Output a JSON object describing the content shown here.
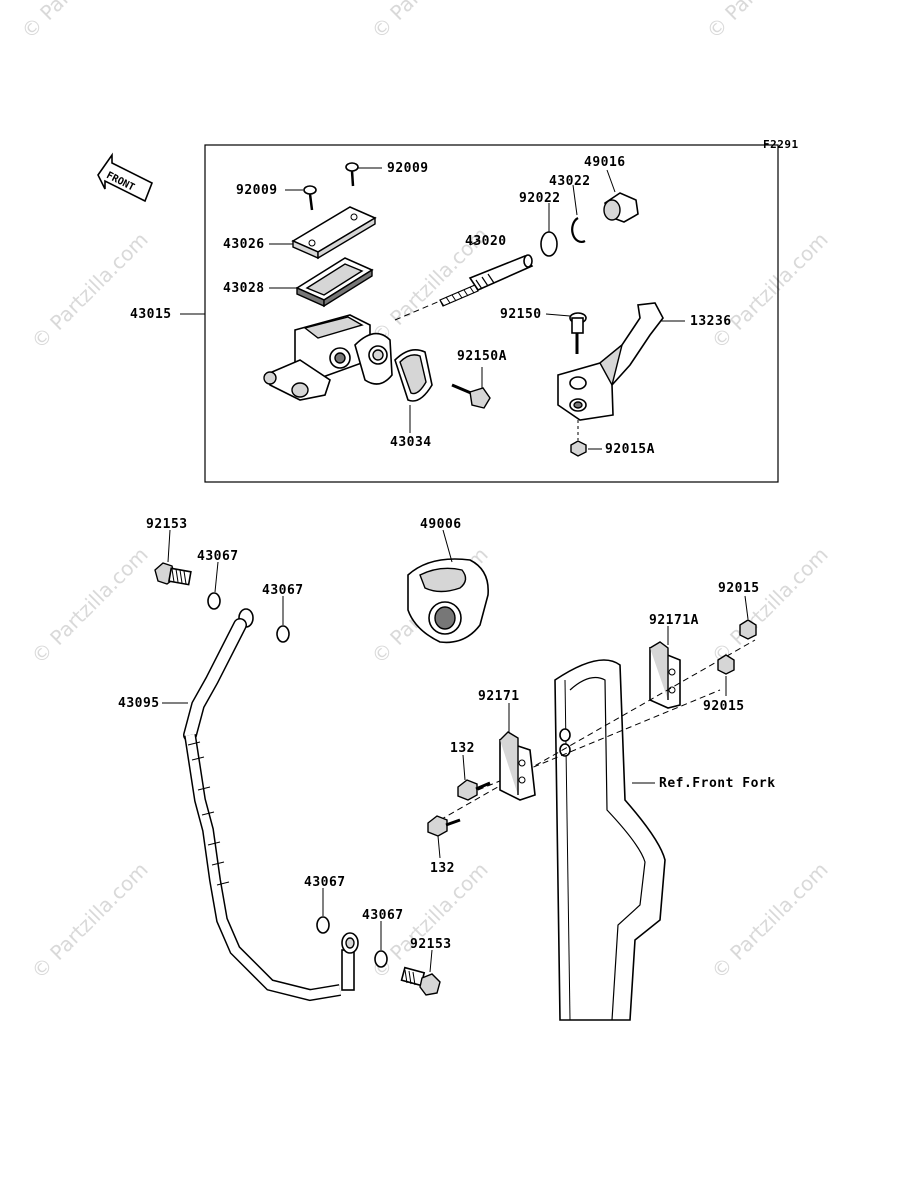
{
  "figure_code": "F2291",
  "front_label": "FRONT",
  "watermark": "© Partzilla.com",
  "ref_label": "Ref.Front Fork",
  "part_numbers": {
    "p92009a": "92009",
    "p92009b": "92009",
    "p43026": "43026",
    "p43028": "43028",
    "p43015": "43015",
    "p43020": "43020",
    "p92022": "92022",
    "p43022": "43022",
    "p49016": "49016",
    "p92150": "92150",
    "p13236": "13236",
    "p92150A": "92150A",
    "p43034": "43034",
    "p92015A": "92015A",
    "p92153a": "92153",
    "p43067a": "43067",
    "p43067b": "43067",
    "p49006": "49006",
    "p92015a": "92015",
    "p92171A": "92171A",
    "p92015b": "92015",
    "p43095": "43095",
    "p92171": "92171",
    "p132a": "132",
    "p132b": "132",
    "p43067c": "43067",
    "p43067d": "43067",
    "p92153b": "92153"
  }
}
